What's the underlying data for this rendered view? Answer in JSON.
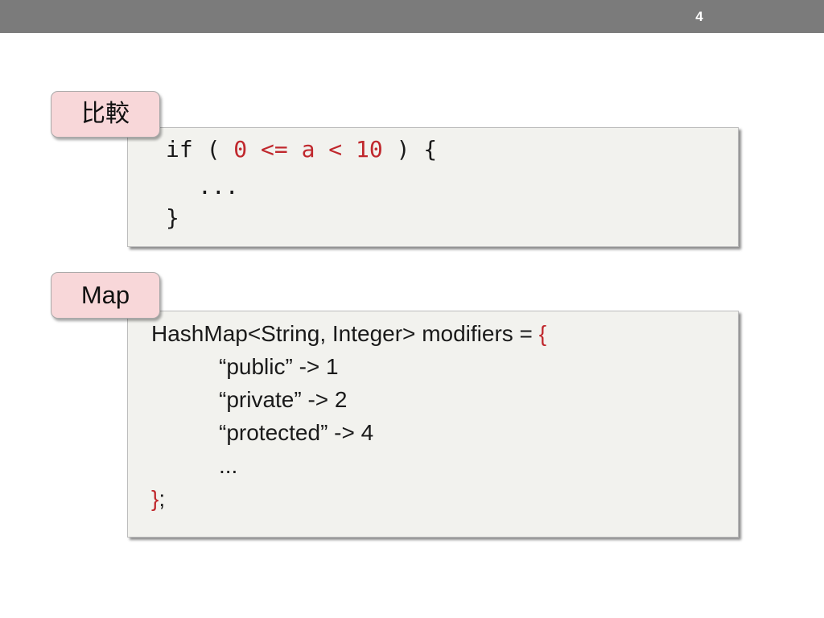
{
  "page": {
    "number": "4"
  },
  "section_compare": {
    "label": "比較",
    "code": {
      "line1_kw": "if ( ",
      "line1_expr": "0 <= a < 10",
      "line1_end": " ) {",
      "line2": "...",
      "line3": "}"
    }
  },
  "section_map": {
    "label": "Map",
    "code": {
      "decl": "HashMap<String, Integer> modifiers = ",
      "open_brace": "{",
      "entries": [
        "“public” -> 1",
        "“private” -> 2",
        "“protected” -> 4",
        "..."
      ],
      "close_brace": "}",
      "terminator": ";"
    }
  },
  "colors": {
    "top_bar": "#7b7b7b",
    "code_bg": "#f2f2ee",
    "label_bg": "#f8d7d9",
    "highlight": "#c0282d"
  }
}
